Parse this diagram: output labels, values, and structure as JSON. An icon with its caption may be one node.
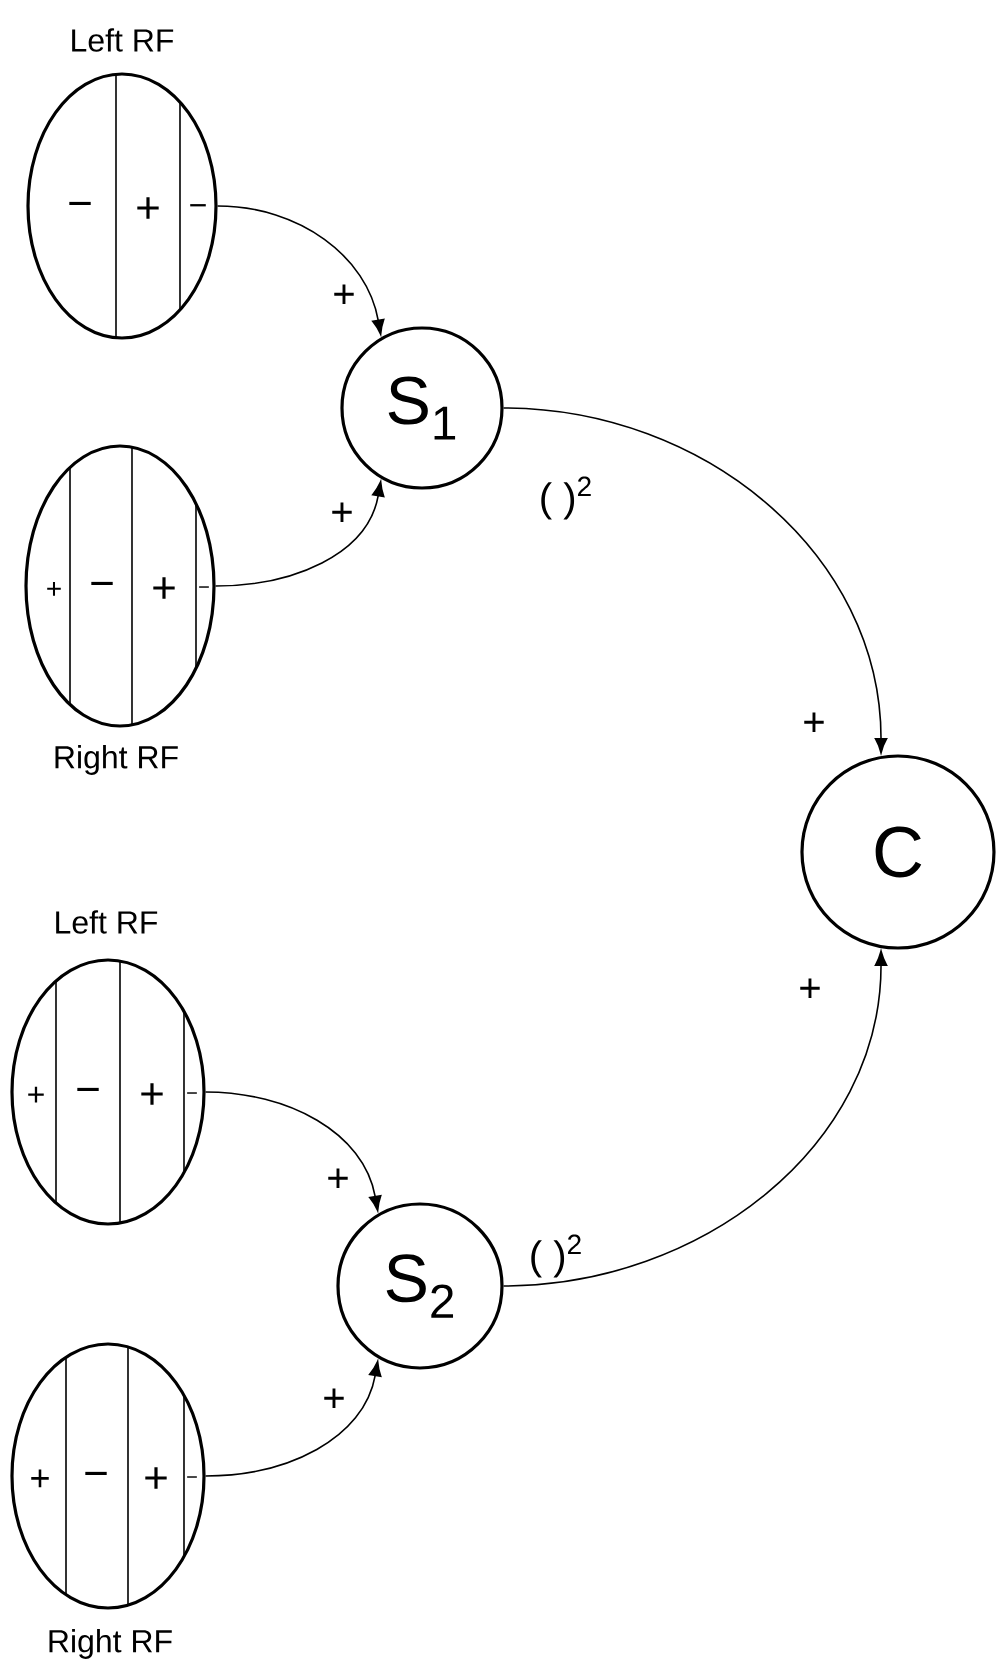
{
  "diagram": {
    "nodes": [
      {
        "text": [
          "−",
          "+",
          "−"
        ],
        "beside": [
          "Left RF"
        ]
      },
      {
        "text": [
          "+",
          "−",
          "+",
          "−"
        ],
        "beside": [
          "Right RF"
        ]
      },
      {
        "text": [
          "S$_{1}$"
        ]
      },
      {
        "text": [
          "+",
          "−",
          "+",
          "−"
        ],
        "beside": [
          "Left RF"
        ]
      },
      {
        "text": [
          "+",
          "−",
          "+",
          "−"
        ],
        "beside": [
          "Right RF"
        ]
      },
      {
        "text": [
          "S$_{2}$"
        ]
      },
      {
        "text": [
          "C"
        ]
      }
    ],
    "edges": [
      {
        "from": 0,
        "to": 2,
        "arrow": "to",
        "label": "+"
      },
      {
        "from": 1,
        "to": 2,
        "arrow": "to",
        "label": "+"
      },
      {
        "from": 2,
        "to": 6,
        "arrow": "to",
        "label": "+"
      },
      {
        "from": 3,
        "to": 5,
        "arrow": "to",
        "label": "+"
      },
      {
        "from": 4,
        "to": 5,
        "arrow": "to",
        "label": "+"
      },
      {
        "from": 5,
        "to": 6,
        "arrow": "to",
        "label": "+"
      }
    ],
    "labels": [
      "( )$^{2}$",
      "( )$^{2}$"
    ]
  }
}
